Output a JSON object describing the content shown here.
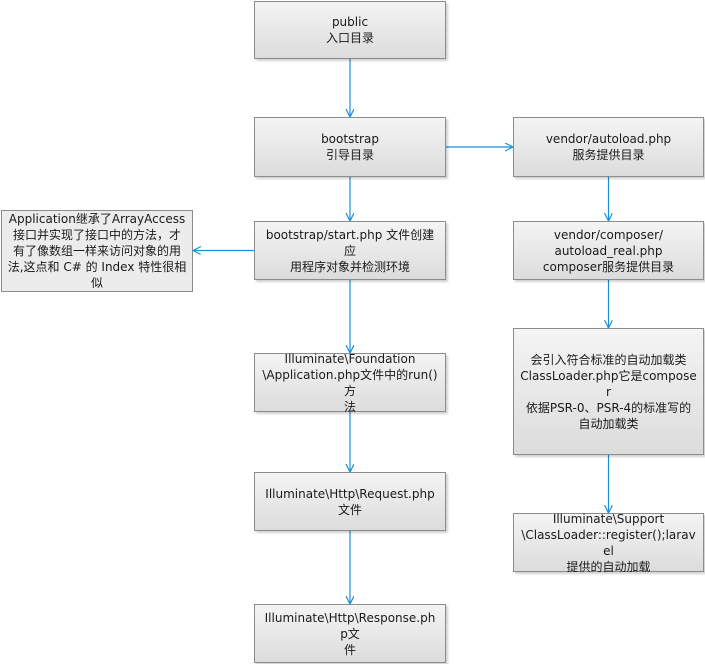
{
  "colors": {
    "edge": "#1a8fd6",
    "node_border": "#8c8c8c",
    "node_fill_top": "#f4f4f4",
    "node_fill_bottom": "#dcdcdc"
  },
  "nodes": {
    "public": "public\n入口目录",
    "bootstrap": "bootstrap\n引导目录",
    "start": "bootstrap/start.php 文件创建应\n用程序对象并检测环境",
    "application": "Illuminate\\Foundation\n\\Application.php文件中的run()方\n法",
    "request": "Illuminate\\Http\\Request.php文件",
    "response": "Illuminate\\Http\\Response.php文\n件",
    "autoload": "vendor/autoload.php\n服务提供目录",
    "composer_autoload_real": "vendor/composer/\nautoload_real.php\ncomposer服务提供目录",
    "classloader": "会引入符合标准的自动加载类\nClassLoader.php它是composer\n依据PSR-0、PSR-4的标准写的\n自动加载类",
    "register": "Illuminate\\Support\n\\ClassLoader::register();laravel\n提供的自动加载"
  },
  "note": {
    "text": "Application继承了ArrayAccess\n接口并实现了接口中的方法，才\n有了像数组一样来访问对象的用\n法,这点和 C# 的 Index 特性很相\n似"
  },
  "edges": [
    {
      "from": "public",
      "to": "bootstrap"
    },
    {
      "from": "bootstrap",
      "to": "start"
    },
    {
      "from": "bootstrap",
      "to": "autoload"
    },
    {
      "from": "start",
      "to": "note"
    },
    {
      "from": "start",
      "to": "application"
    },
    {
      "from": "application",
      "to": "request"
    },
    {
      "from": "request",
      "to": "response"
    },
    {
      "from": "autoload",
      "to": "composer_autoload_real"
    },
    {
      "from": "composer_autoload_real",
      "to": "classloader"
    },
    {
      "from": "classloader",
      "to": "register"
    }
  ]
}
